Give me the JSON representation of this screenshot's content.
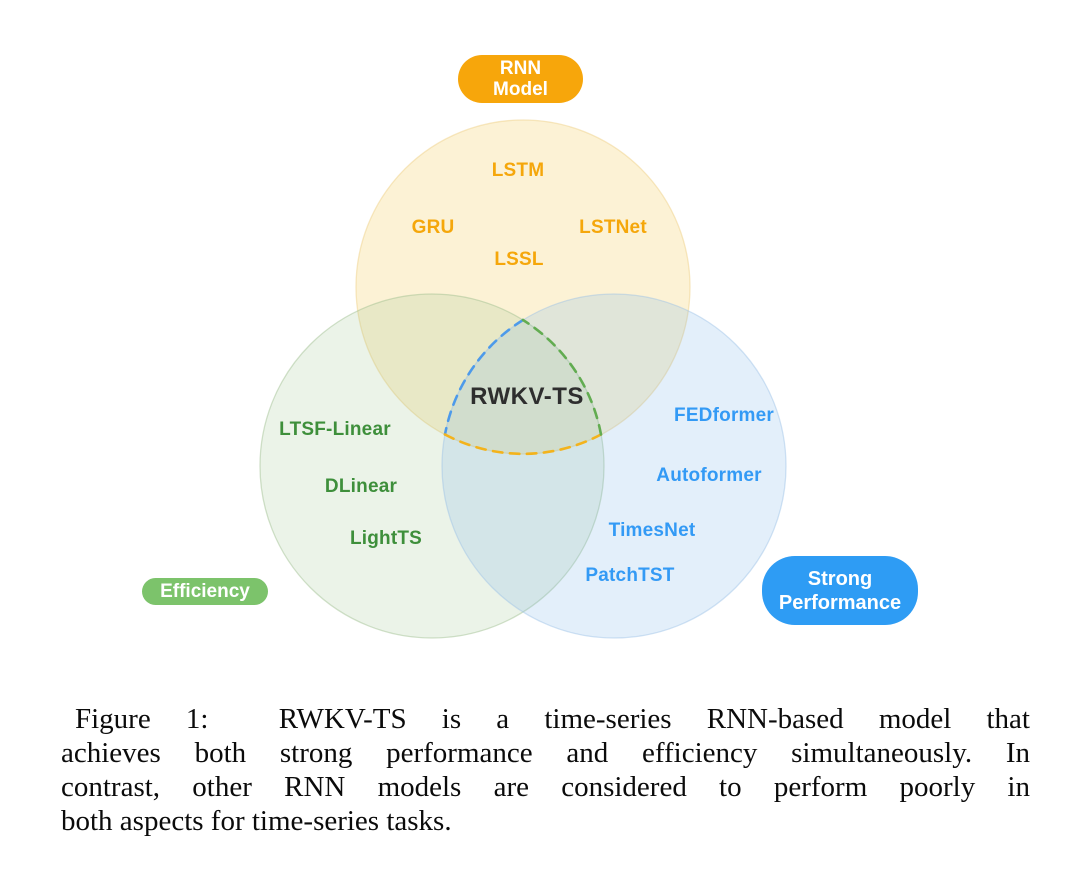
{
  "figure": {
    "badges": {
      "rnn": {
        "lines": [
          "RNN",
          "Model"
        ],
        "bg": "#F7A60B"
      },
      "efficiency": {
        "label": "Efficiency",
        "bg": "#7CC36B"
      },
      "performance": {
        "lines": [
          "Strong",
          "Performance"
        ],
        "bg": "#2E9CF4"
      }
    },
    "circles": {
      "rnn_fill": "#F8E09A",
      "efficiency_fill": "#9DC58A",
      "performance_fill": "#7FB5E8"
    },
    "labels": {
      "rnn_color": "#F5A70B",
      "efficiency_color": "#3E8F3B",
      "performance_color": "#339AF5",
      "center_color": "#2E2E2E",
      "rnn_items": [
        "LSTM",
        "GRU",
        "LSTNet",
        "LSSL"
      ],
      "efficiency_items": [
        "LTSF-Linear",
        "DLinear",
        "LightTS"
      ],
      "performance_items": [
        "FEDformer",
        "Autoformer",
        "TimesNet",
        "PatchTST"
      ],
      "center": "RWKV-TS"
    },
    "dashes": {
      "blue": "#4D9AEA",
      "green": "#62AC51",
      "orange": "#F3B31C"
    }
  },
  "caption": {
    "lines": [
      "Figure 1:  RWKV-TS is a time-series RNN-based model that",
      "achieves both strong performance and efficiency simultaneously. In",
      "contrast, other RNN models are considered to perform poorly in",
      "both aspects for time-series tasks."
    ]
  }
}
